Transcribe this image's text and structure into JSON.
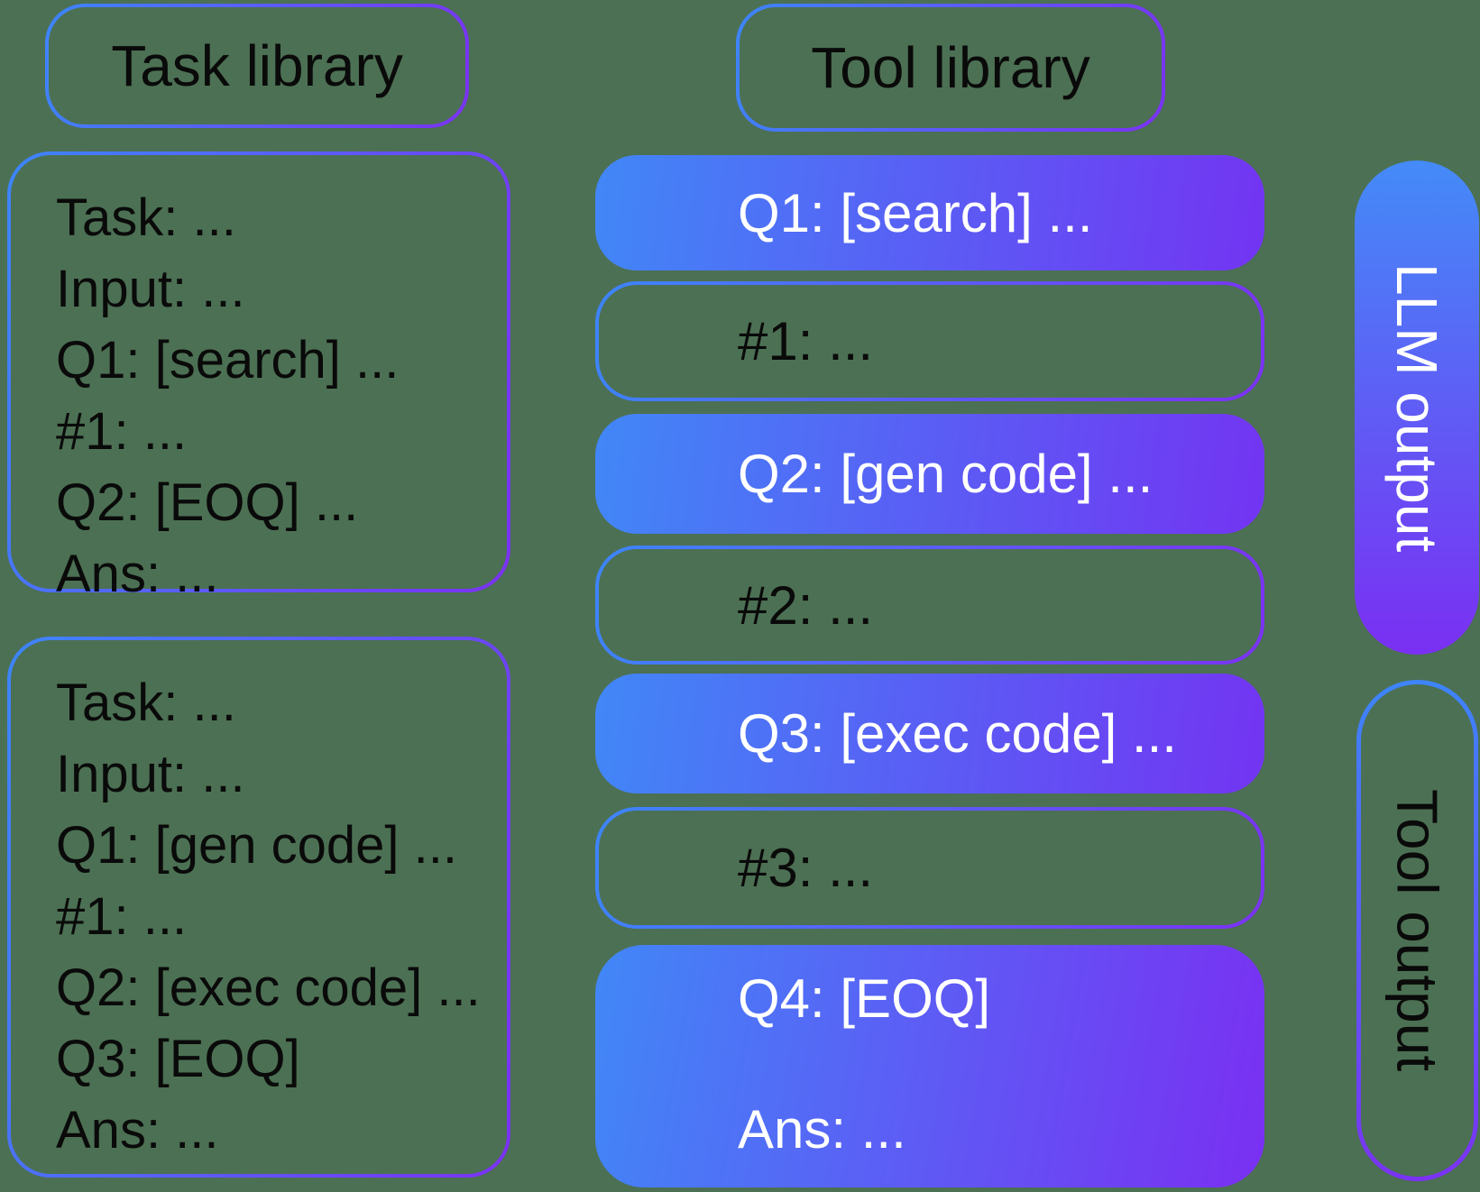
{
  "colors": {
    "background": "#4c7053",
    "gradient_blue": "#4187f7",
    "gradient_purple": "#7334f2",
    "border_blue": "#3c86fa",
    "border_purple": "#7b31f4",
    "text_dark": "#0a0a0a",
    "text_light": "#ffffff"
  },
  "task_library": {
    "header": "Task library",
    "examples": [
      {
        "lines": [
          "Task: ...",
          "Input: ...",
          "Q1: [search] ...",
          "#1: ...",
          "Q2: [EOQ] ...",
          "Ans: ..."
        ]
      },
      {
        "lines": [
          "Task: ...",
          "Input: ...",
          "Q1: [gen code] ...",
          "#1: ...",
          "Q2: [exec code] ...",
          "Q3: [EOQ]",
          "Ans: ..."
        ]
      }
    ]
  },
  "tool_library": {
    "header": "Tool library",
    "steps": [
      {
        "label": "Q1: [search] ...",
        "variant": "filled"
      },
      {
        "label": "#1: ...",
        "variant": "outlined"
      },
      {
        "label": "Q2: [gen code] ...",
        "variant": "filled"
      },
      {
        "label": "#2: ...",
        "variant": "outlined"
      },
      {
        "label": "Q3: [exec code] ...",
        "variant": "filled"
      },
      {
        "label": "#3: ...",
        "variant": "outlined"
      }
    ],
    "final_step": {
      "variant": "filled",
      "lines": [
        "Q4: [EOQ]",
        "Ans: ..."
      ]
    }
  },
  "outputs": {
    "llm_output_label": "LLM output",
    "tool_output_label": "Tool output"
  }
}
